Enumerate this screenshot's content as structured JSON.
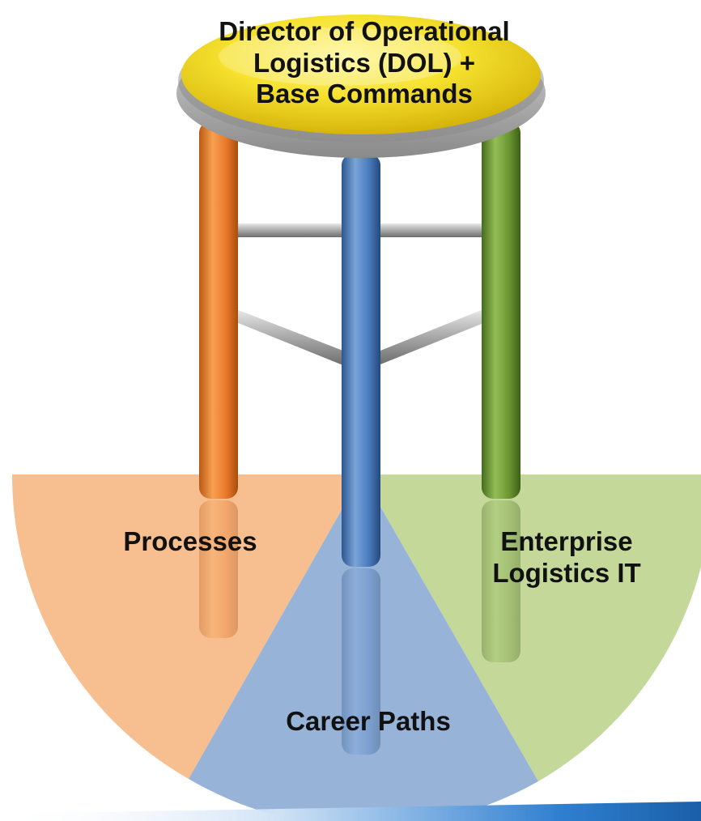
{
  "seat": {
    "line1": "Director of Operational",
    "line2": "Logistics (DOL) +",
    "line3": "Base Commands",
    "color": "#f5e22e"
  },
  "segments": {
    "processes": {
      "label": "Processes",
      "color": "#f7bf8f"
    },
    "career_paths": {
      "label": "Career Paths",
      "color": "#97b3d8"
    },
    "enterprise_it": {
      "line1": "Enterprise",
      "line2": "Logistics IT",
      "color": "#c4d89a"
    }
  },
  "legs": {
    "left": {
      "color": "#ec7f2a"
    },
    "center": {
      "color": "#4d7ec0"
    },
    "right": {
      "color": "#6d9933"
    }
  },
  "accent": {
    "banner_color": "#2f7fd0"
  }
}
